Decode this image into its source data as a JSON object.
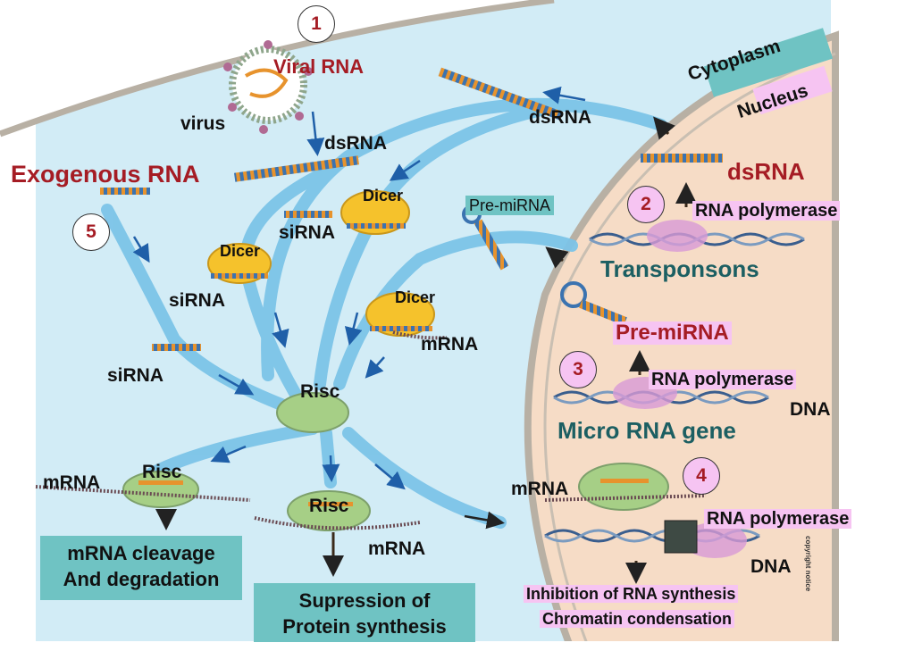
{
  "compartments": {
    "cytoplasm": "Cytoplasm",
    "nucleus": "Nucleus"
  },
  "steps": [
    "1",
    "2",
    "3",
    "4",
    "5"
  ],
  "labels": {
    "viral_rna": "Viral RNA",
    "virus": "virus",
    "dsrna_viral": "dsRNA",
    "exogenous_rna": "Exogenous RNA",
    "dsrna_top": "dsRNA",
    "dsrna_nucleus": "dsRNA",
    "rna_pol_2": "RNA polymerase",
    "transposons": "Transponsons",
    "pre_mirna_cyto": "Pre-miRNA",
    "pre_mirna_nucleus": "Pre-miRNA",
    "rna_pol_3": "RNA polymerase",
    "dna_3": "DNA",
    "micro_rna_gene": "Micro RNA gene",
    "dicer_1": "Dicer",
    "dicer_2": "Dicer",
    "dicer_3": "Dicer",
    "sirna_1": "siRNA",
    "sirna_2": "siRNA",
    "sirna_3": "siRNA",
    "mrna_dicer": "mRNA",
    "risc_center": "Risc",
    "risc_left": "Risc",
    "risc_mid": "Risc",
    "mrna_left": "mRNA",
    "mrna_mid": "mRNA",
    "mrna_nucleus": "mRNA",
    "rna_pol_4": "RNA polymerase",
    "dna_4": "DNA",
    "watermark": "copyright notice"
  },
  "outcomes": {
    "cleavage_line1": "mRNA cleavage",
    "cleavage_line2": "And degradation",
    "suppression_line1": "Supression of",
    "suppression_line2": "Protein synthesis",
    "inhibition_line1": "Inhibition of RNA synthesis",
    "inhibition_line2": "Chromatin condensation"
  },
  "colors": {
    "cytoplasm": "#d2ecf6",
    "nucleus": "#f6dcc6",
    "pathway_arrow": "#3aa3da",
    "label_red": "#a51c24",
    "label_teal": "#1c5f62",
    "highlight_pink": "#f6c4f2",
    "outcome_box": "#6fc3c3",
    "risc_green": "#a6cf86",
    "dicer_yellow": "#f5c22c",
    "rna_orange": "#e7932d",
    "rna_blue": "#3b73b0"
  }
}
